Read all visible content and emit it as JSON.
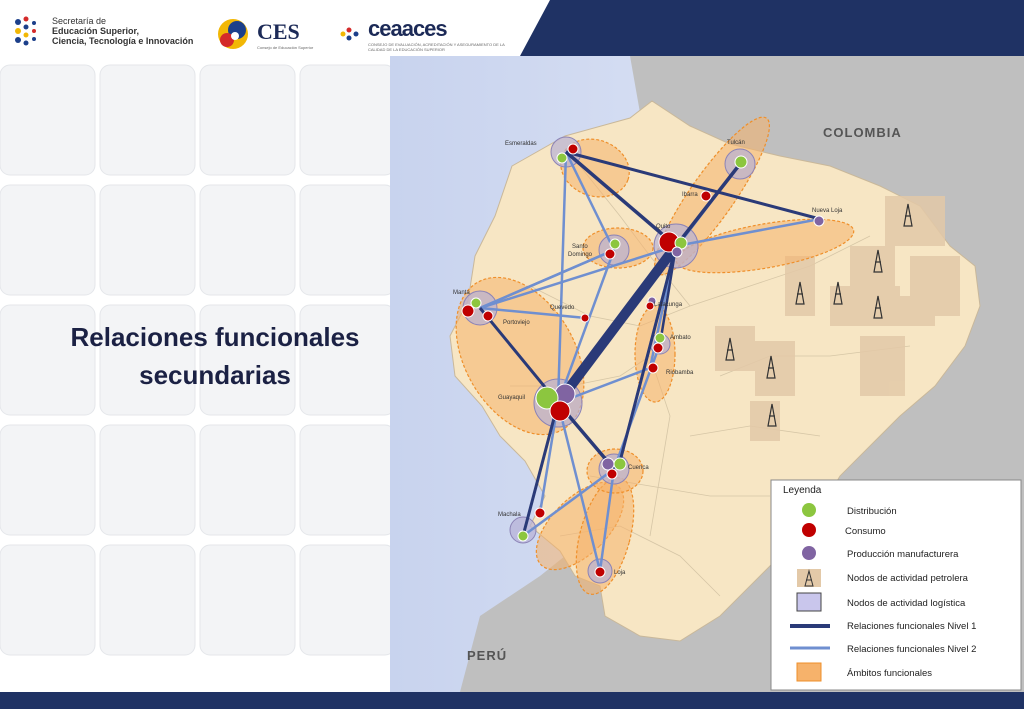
{
  "header": {
    "senescyt_line1": "Secretaría de",
    "senescyt_line2": "Educación Superior,",
    "senescyt_line3": "Ciencia, Tecnología e Innovación",
    "ces_name": "CES",
    "ces_sub": "Consejo de Educación Superior",
    "ceaaces_name": "ceaaces",
    "ceaaces_sub": "CONSEJO DE EVALUACIÓN, ACREDITACIÓN Y ASEGURAMIENTO DE LA CALIDAD DE LA EDUCACIÓN SUPERIOR"
  },
  "slide": {
    "title_line1": "Relaciones funcionales",
    "title_line2": "secundarias"
  },
  "map": {
    "country_colombia": "COLOMBIA",
    "country_peru": "PERÚ",
    "cities": {
      "esmeraldas": "Esmeraldas",
      "tulcan": "Tulcán",
      "ibarra": "Ibarra",
      "nueva_loja": "Nueva Loja",
      "quito": "Quito",
      "santo_domingo_1": "Santo",
      "santo_domingo_2": "Domingo",
      "manta": "Manta",
      "portoviejo": "Portoviejo",
      "quevedo": "Quevedo",
      "latacunga": "Latacunga",
      "ambato": "Ambato",
      "riobamba": "Riobamba",
      "guayaquil": "Guayaquil",
      "cuenca": "Cuenca",
      "machala": "Machala",
      "loja": "Loja"
    },
    "colors": {
      "distribucion": "#8cc63f",
      "consumo": "#c00000",
      "produccion": "#8064a2",
      "nivel1": "#2a3a78",
      "nivel2": "#6f8fd0",
      "ambito": "#f6b26b"
    }
  },
  "legend": {
    "title": "Leyenda",
    "distribucion": "Distribución",
    "consumo": "Consumo",
    "produccion": "Producción manufacturera",
    "petrolera": "Nodos de actividad petrolera",
    "logistica": "Nodos de actividad logística",
    "nivel1": "Relaciones funcionales Nivel 1",
    "nivel2": "Relaciones funcionales Nivel 2",
    "ambitos": "Ámbitos funcionales"
  }
}
